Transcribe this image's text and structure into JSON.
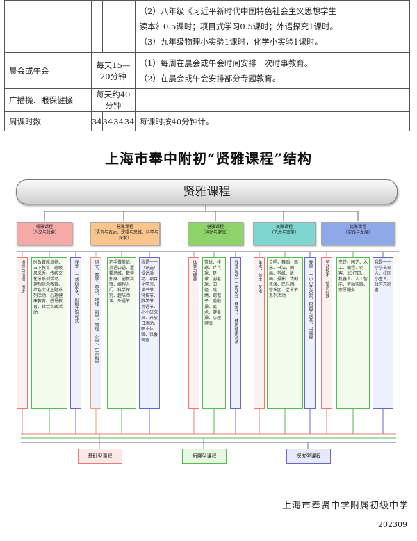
{
  "table": {
    "row1": {
      "line_a": "（2）八年级《习近平新时代中国特色社会主义思想学生",
      "line_b": "读本》0.5课时；项目式学习0.5课时；外语探究1课时。",
      "line_c": "（3）九年级物理小实验1课时，化学小实验1课时。"
    },
    "row2": {
      "label": "晨会或午会",
      "duration": "每天15—20分钟",
      "line_a": "（1）每周在晨会或午会时间安排一次时事教育。",
      "line_b": "（2）在晨会或午会安排部分专题教育。"
    },
    "row3": {
      "label": "广播操、眼保健操",
      "duration": "每天约40分钟"
    },
    "row4": {
      "label": "周课时数",
      "values": [
        "34",
        "34",
        "34",
        "34"
      ],
      "note": "每课时按40分钟计。"
    }
  },
  "diagram": {
    "title": "上海市奉中附初“贤雅课程”结构",
    "root": "贤雅课程",
    "categories": [
      {
        "name": "儒雅课程",
        "sub": "（人文与社会）",
        "color": "#f7a9a8"
      },
      {
        "name": "慧雅课程",
        "sub": "（语言与表达、逻辑与思维、科学与探索）",
        "color": "#f9c58d"
      },
      {
        "name": "健雅课程",
        "sub": "（运动与健康）",
        "color": "#8ed46b"
      },
      {
        "name": "美雅课程",
        "sub": "（艺术与审美）",
        "color": "#7fd6d0"
      },
      {
        "name": "优雅课程",
        "sub": "（实践与发展）",
        "color": "#8fa8e8"
      }
    ],
    "columns": [
      {
        "text": "道德与法治、历史",
        "color": "#e77"
      },
      {
        "text": "时政首席培养、五下教育、班级风采秀、传统文化节系列活动、理想信念教育、红色文化主题系列活动、心理健康教育、感恩教育、社会实践活动",
        "color": "#5b5"
      },
      {
        "text": "我爱一一我的家乡、班级升旗仪式",
        "color": "#66c"
      },
      {
        "text": "语文、数学、英语、地理、科学、物理、化学、生命科学",
        "color": "#e97"
      },
      {
        "text": "巧手做剪纸、英语口语、逻辑思维、数学拓展、创新实验、编程入门、科学探究、趣味阅读、外语节",
        "color": "#5b5"
      },
      {
        "text": "我是一一（评选）设计活动、项目化学习、读书节、科技节、数学节、英语节、小小研究员、开放日活动、职业体验、社会调查",
        "color": "#66c"
      },
      {
        "text": "体育与健身",
        "color": "#e77"
      },
      {
        "text": "篮球、排球、乒乓球、足球、羽毛球、田径、跳绳、踢毽子、啦啦操、武术、健美操、心理健康",
        "color": "#5b5"
      },
      {
        "text": "我爱运动一一运动会、体育节、体质健康测试",
        "color": "#66c"
      },
      {
        "text": "美术、音乐、艺术",
        "color": "#e77"
      },
      {
        "text": "合唱、舞蹈、器乐、书法、国画、剪纸、版画、摄影、戏剧表演、民乐团、管乐团、艺术节系列活动",
        "color": "#5b5"
      },
      {
        "text": "我是一一小小艺术家、校园艺术节、书画展",
        "color": "#66c"
      },
      {
        "text": "劳动技术、信息科技",
        "color": "#e77"
      },
      {
        "text": "烹饪、园艺、木工、编程、创客、3D打印、机器人、人工智能、劳动实践、志愿服务",
        "color": "#5b5"
      },
      {
        "text": "我是一一小小当家人、校园小主人、社区志愿者",
        "color": "#66c"
      }
    ],
    "bottom": [
      {
        "label": "基础型课程",
        "color": "#e77"
      },
      {
        "label": "拓展型课程",
        "color": "#5b5"
      },
      {
        "label": "探究型课程",
        "color": "#66c"
      }
    ]
  },
  "footer": {
    "school": "上海市奉贤中学附属初级中学",
    "date": "202309"
  }
}
